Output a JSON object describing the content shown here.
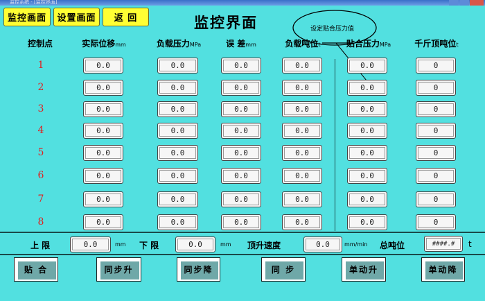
{
  "window": {
    "title": "监控系统 - [监控界面]"
  },
  "nav": {
    "monitor": "监控画面",
    "settings": "设置画面",
    "back": "返 回"
  },
  "page_title": "监控界面",
  "callout": {
    "text": "设定贴合压力值"
  },
  "headers": {
    "point": "控制点",
    "disp": "实际位移",
    "disp_unit": "mm",
    "load": "负载压力",
    "load_unit": "MPa",
    "err": "误 差",
    "err_unit": "mm",
    "ton": "负载吨位",
    "ton_unit": "t",
    "fit": "贴合压力",
    "fit_unit": "MPa",
    "jack": "千斤顶吨位",
    "jack_unit": "t"
  },
  "rows": [
    {
      "n": "1",
      "disp": "0.0",
      "load": "0.0",
      "err": "0.0",
      "ton": "0.0",
      "fit": "0.0",
      "jack": "0"
    },
    {
      "n": "2",
      "disp": "0.0",
      "load": "0.0",
      "err": "0.0",
      "ton": "0.0",
      "fit": "0.0",
      "jack": "0"
    },
    {
      "n": "3",
      "disp": "0.0",
      "load": "0.0",
      "err": "0.0",
      "ton": "0.0",
      "fit": "0.0",
      "jack": "0"
    },
    {
      "n": "4",
      "disp": "0.0",
      "load": "0.0",
      "err": "0.0",
      "ton": "0.0",
      "fit": "0.0",
      "jack": "0"
    },
    {
      "n": "5",
      "disp": "0.0",
      "load": "0.0",
      "err": "0.0",
      "ton": "0.0",
      "fit": "0.0",
      "jack": "0"
    },
    {
      "n": "6",
      "disp": "0.0",
      "load": "0.0",
      "err": "0.0",
      "ton": "0.0",
      "fit": "0.0",
      "jack": "0"
    },
    {
      "n": "7",
      "disp": "0.0",
      "load": "0.0",
      "err": "0.0",
      "ton": "0.0",
      "fit": "0.0",
      "jack": "0"
    },
    {
      "n": "8",
      "disp": "0.0",
      "load": "0.0",
      "err": "0.0",
      "ton": "0.0",
      "fit": "0.0",
      "jack": "0"
    }
  ],
  "limits": {
    "upper_label": "上 限",
    "upper": "0.0",
    "upper_unit": "mm",
    "lower_label": "下 限",
    "lower": "0.0",
    "lower_unit": "mm",
    "speed_label": "顶升速度",
    "speed": "0.0",
    "speed_unit": "mm/min",
    "total_label": "总吨位",
    "total": "####.#",
    "total_unit": "t"
  },
  "actions": [
    "贴 合",
    "同步升",
    "同步降",
    "同 步",
    "单动升",
    "单动降"
  ]
}
